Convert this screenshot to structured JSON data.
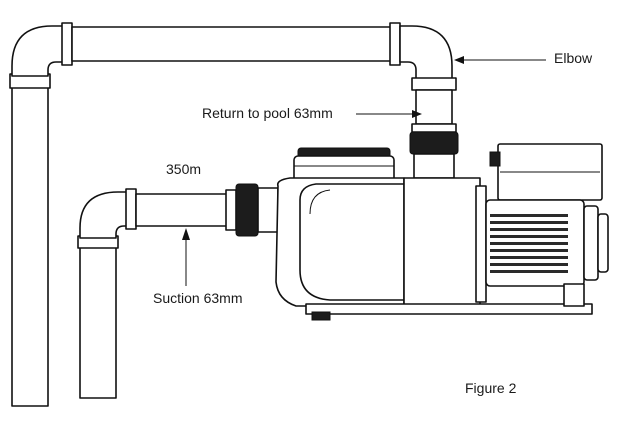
{
  "labels": {
    "elbow": "Elbow",
    "return": "Return to pool 63mm",
    "distance": "350m",
    "suction": "Suction 63mm",
    "figure": "Figure 2"
  }
}
